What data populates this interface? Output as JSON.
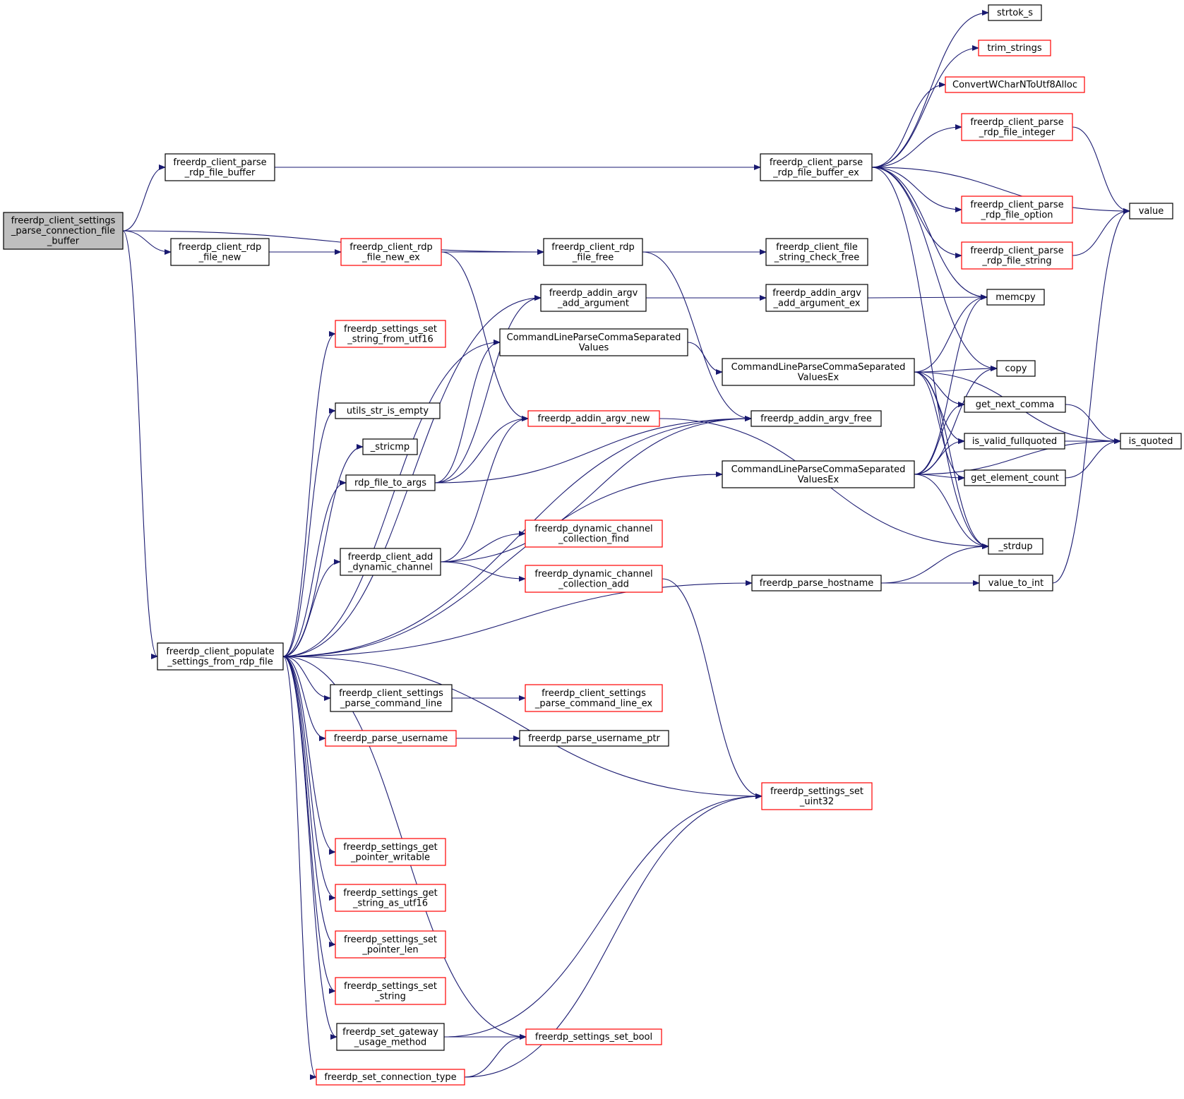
{
  "colors": {
    "edge": "#191970",
    "root_fill": "#bfbfbf",
    "node_border": "#000000",
    "incomplete_border": "#ff0000"
  },
  "nodes": [
    {
      "id": "root",
      "lines": [
        "freerdp_client_settings",
        "_parse_connection_file",
        "_buffer"
      ],
      "style": "root"
    },
    {
      "id": "parse_buffer",
      "lines": [
        "freerdp_client_parse",
        "_rdp_file_buffer"
      ],
      "style": "normal"
    },
    {
      "id": "rdp_file_new",
      "lines": [
        "freerdp_client_rdp",
        "_file_new"
      ],
      "style": "normal"
    },
    {
      "id": "rdp_file_new_ex",
      "lines": [
        "freerdp_client_rdp",
        "_file_new_ex"
      ],
      "style": "incomplete"
    },
    {
      "id": "rdp_file_free",
      "lines": [
        "freerdp_client_rdp",
        "_file_free"
      ],
      "style": "normal"
    },
    {
      "id": "parse_buffer_ex",
      "lines": [
        "freerdp_client_parse",
        "_rdp_file_buffer_ex"
      ],
      "style": "normal"
    },
    {
      "id": "file_string_check_free",
      "lines": [
        "freerdp_client_file",
        "_string_check_free"
      ],
      "style": "normal"
    },
    {
      "id": "strtok_s",
      "lines": [
        "strtok_s"
      ],
      "style": "normal"
    },
    {
      "id": "trim_strings",
      "lines": [
        "trim_strings"
      ],
      "style": "incomplete"
    },
    {
      "id": "convertwchar",
      "lines": [
        "ConvertWCharNToUtf8Alloc"
      ],
      "style": "incomplete"
    },
    {
      "id": "parse_integer",
      "lines": [
        "freerdp_client_parse",
        "_rdp_file_integer"
      ],
      "style": "incomplete"
    },
    {
      "id": "parse_option",
      "lines": [
        "freerdp_client_parse",
        "_rdp_file_option"
      ],
      "style": "incomplete"
    },
    {
      "id": "parse_string",
      "lines": [
        "freerdp_client_parse",
        "_rdp_file_string"
      ],
      "style": "incomplete"
    },
    {
      "id": "value",
      "lines": [
        "value"
      ],
      "style": "normal"
    },
    {
      "id": "memcpy",
      "lines": [
        "memcpy"
      ],
      "style": "normal"
    },
    {
      "id": "copy",
      "lines": [
        "copy"
      ],
      "style": "normal"
    },
    {
      "id": "get_next_comma",
      "lines": [
        "get_next_comma"
      ],
      "style": "normal"
    },
    {
      "id": "is_valid_fullquoted",
      "lines": [
        "is_valid_fullquoted"
      ],
      "style": "normal"
    },
    {
      "id": "is_quoted",
      "lines": [
        "is_quoted"
      ],
      "style": "normal"
    },
    {
      "id": "get_element_count",
      "lines": [
        "get_element_count"
      ],
      "style": "normal"
    },
    {
      "id": "strdup",
      "lines": [
        "_strdup"
      ],
      "style": "normal"
    },
    {
      "id": "value_to_int",
      "lines": [
        "value_to_int"
      ],
      "style": "normal"
    },
    {
      "id": "addin_argv_add_argument",
      "lines": [
        "freerdp_addin_argv",
        "_add_argument"
      ],
      "style": "normal"
    },
    {
      "id": "addin_argv_add_argument_ex",
      "lines": [
        "freerdp_addin_argv",
        "_add_argument_ex"
      ],
      "style": "normal"
    },
    {
      "id": "settings_set_string_from_utf16",
      "lines": [
        "freerdp_settings_set",
        "_string_from_utf16"
      ],
      "style": "incomplete"
    },
    {
      "id": "clpcsv",
      "lines": [
        "CommandLineParseCommaSeparated",
        "Values"
      ],
      "style": "normal"
    },
    {
      "id": "clpcsv_ex1",
      "lines": [
        "CommandLineParseCommaSeparated",
        "ValuesEx"
      ],
      "style": "normal"
    },
    {
      "id": "clpcsv_ex2",
      "lines": [
        "CommandLineParseCommaSeparated",
        "ValuesEx"
      ],
      "style": "normal"
    },
    {
      "id": "utils_str_is_empty",
      "lines": [
        "utils_str_is_empty"
      ],
      "style": "normal"
    },
    {
      "id": "stricmp",
      "lines": [
        "_stricmp"
      ],
      "style": "normal"
    },
    {
      "id": "rdp_file_to_args",
      "lines": [
        "rdp_file_to_args"
      ],
      "style": "normal"
    },
    {
      "id": "addin_argv_new",
      "lines": [
        "freerdp_addin_argv_new"
      ],
      "style": "incomplete"
    },
    {
      "id": "addin_argv_free",
      "lines": [
        "freerdp_addin_argv_free"
      ],
      "style": "normal"
    },
    {
      "id": "client_add_dynamic_channel",
      "lines": [
        "freerdp_client_add",
        "_dynamic_channel"
      ],
      "style": "normal"
    },
    {
      "id": "dyn_collection_find",
      "lines": [
        "freerdp_dynamic_channel",
        "_collection_find"
      ],
      "style": "incomplete"
    },
    {
      "id": "dyn_collection_add",
      "lines": [
        "freerdp_dynamic_channel",
        "_collection_add"
      ],
      "style": "incomplete"
    },
    {
      "id": "parse_hostname",
      "lines": [
        "freerdp_parse_hostname"
      ],
      "style": "normal"
    },
    {
      "id": "populate",
      "lines": [
        "freerdp_client_populate",
        "_settings_from_rdp_file"
      ],
      "style": "normal"
    },
    {
      "id": "parse_command_line",
      "lines": [
        "freerdp_client_settings",
        "_parse_command_line"
      ],
      "style": "normal"
    },
    {
      "id": "parse_command_line_ex",
      "lines": [
        "freerdp_client_settings",
        "_parse_command_line_ex"
      ],
      "style": "incomplete"
    },
    {
      "id": "parse_username",
      "lines": [
        "freerdp_parse_username"
      ],
      "style": "incomplete"
    },
    {
      "id": "parse_username_ptr",
      "lines": [
        "freerdp_parse_username_ptr"
      ],
      "style": "normal"
    },
    {
      "id": "settings_set_uint32",
      "lines": [
        "freerdp_settings_set",
        "_uint32"
      ],
      "style": "incomplete"
    },
    {
      "id": "settings_get_pointer_writable",
      "lines": [
        "freerdp_settings_get",
        "_pointer_writable"
      ],
      "style": "incomplete"
    },
    {
      "id": "settings_get_string_as_utf16",
      "lines": [
        "freerdp_settings_get",
        "_string_as_utf16"
      ],
      "style": "incomplete"
    },
    {
      "id": "settings_set_pointer_len",
      "lines": [
        "freerdp_settings_set",
        "_pointer_len"
      ],
      "style": "incomplete"
    },
    {
      "id": "settings_set_string",
      "lines": [
        "freerdp_settings_set",
        "_string"
      ],
      "style": "incomplete"
    },
    {
      "id": "set_gateway_usage_method",
      "lines": [
        "freerdp_set_gateway",
        "_usage_method"
      ],
      "style": "normal"
    },
    {
      "id": "settings_set_bool",
      "lines": [
        "freerdp_settings_set_bool"
      ],
      "style": "incomplete"
    },
    {
      "id": "set_connection_type",
      "lines": [
        "freerdp_set_connection_type"
      ],
      "style": "incomplete"
    }
  ],
  "edges": [
    {
      "from": "root",
      "to": "parse_buffer"
    },
    {
      "from": "root",
      "to": "rdp_file_free"
    },
    {
      "from": "root",
      "to": "rdp_file_new"
    },
    {
      "from": "root",
      "to": "populate"
    },
    {
      "from": "parse_buffer",
      "to": "parse_buffer_ex"
    },
    {
      "from": "rdp_file_new",
      "to": "rdp_file_new_ex"
    },
    {
      "from": "rdp_file_new_ex",
      "to": "rdp_file_free"
    },
    {
      "from": "rdp_file_new_ex",
      "to": "addin_argv_new"
    },
    {
      "from": "rdp_file_free",
      "to": "file_string_check_free"
    },
    {
      "from": "rdp_file_free",
      "to": "addin_argv_free"
    },
    {
      "from": "parse_buffer_ex",
      "to": "strtok_s"
    },
    {
      "from": "parse_buffer_ex",
      "to": "trim_strings"
    },
    {
      "from": "parse_buffer_ex",
      "to": "convertwchar"
    },
    {
      "from": "parse_buffer_ex",
      "to": "parse_integer"
    },
    {
      "from": "parse_buffer_ex",
      "to": "value"
    },
    {
      "from": "parse_buffer_ex",
      "to": "parse_option"
    },
    {
      "from": "parse_buffer_ex",
      "to": "parse_string"
    },
    {
      "from": "parse_buffer_ex",
      "to": "memcpy"
    },
    {
      "from": "parse_buffer_ex",
      "to": "copy"
    },
    {
      "from": "parse_buffer_ex",
      "to": "strdup"
    },
    {
      "from": "parse_integer",
      "to": "value"
    },
    {
      "from": "parse_string",
      "to": "value"
    },
    {
      "from": "addin_argv_add_argument",
      "to": "addin_argv_add_argument_ex"
    },
    {
      "from": "addin_argv_add_argument_ex",
      "to": "memcpy"
    },
    {
      "from": "clpcsv",
      "to": "clpcsv_ex1"
    },
    {
      "from": "clpcsv_ex1",
      "to": "memcpy"
    },
    {
      "from": "clpcsv_ex1",
      "to": "copy"
    },
    {
      "from": "clpcsv_ex1",
      "to": "is_quoted"
    },
    {
      "from": "clpcsv_ex1",
      "to": "get_next_comma"
    },
    {
      "from": "clpcsv_ex1",
      "to": "is_valid_fullquoted"
    },
    {
      "from": "clpcsv_ex1",
      "to": "get_element_count"
    },
    {
      "from": "clpcsv_ex1",
      "to": "strdup"
    },
    {
      "from": "clpcsv_ex2",
      "to": "memcpy"
    },
    {
      "from": "clpcsv_ex2",
      "to": "copy"
    },
    {
      "from": "clpcsv_ex2",
      "to": "get_next_comma"
    },
    {
      "from": "clpcsv_ex2",
      "to": "is_valid_fullquoted"
    },
    {
      "from": "clpcsv_ex2",
      "to": "get_element_count"
    },
    {
      "from": "clpcsv_ex2",
      "to": "is_quoted"
    },
    {
      "from": "clpcsv_ex2",
      "to": "strdup"
    },
    {
      "from": "get_next_comma",
      "to": "is_quoted"
    },
    {
      "from": "is_valid_fullquoted",
      "to": "is_quoted"
    },
    {
      "from": "get_element_count",
      "to": "is_quoted"
    },
    {
      "from": "value_to_int",
      "to": "value"
    },
    {
      "from": "parse_hostname",
      "to": "strdup"
    },
    {
      "from": "parse_hostname",
      "to": "value_to_int"
    },
    {
      "from": "rdp_file_to_args",
      "to": "addin_argv_add_argument"
    },
    {
      "from": "rdp_file_to_args",
      "to": "clpcsv"
    },
    {
      "from": "rdp_file_to_args",
      "to": "addin_argv_new"
    },
    {
      "from": "rdp_file_to_args",
      "to": "addin_argv_free"
    },
    {
      "from": "addin_argv_new",
      "to": "strdup"
    },
    {
      "from": "client_add_dynamic_channel",
      "to": "addin_argv_new"
    },
    {
      "from": "client_add_dynamic_channel",
      "to": "addin_argv_free"
    },
    {
      "from": "client_add_dynamic_channel",
      "to": "dyn_collection_find"
    },
    {
      "from": "client_add_dynamic_channel",
      "to": "dyn_collection_add"
    },
    {
      "from": "dyn_collection_add",
      "to": "settings_set_uint32"
    },
    {
      "from": "populate",
      "to": "addin_argv_add_argument"
    },
    {
      "from": "populate",
      "to": "settings_set_string_from_utf16"
    },
    {
      "from": "populate",
      "to": "clpcsv"
    },
    {
      "from": "populate",
      "to": "utils_str_is_empty"
    },
    {
      "from": "populate",
      "to": "stricmp"
    },
    {
      "from": "populate",
      "to": "rdp_file_to_args"
    },
    {
      "from": "populate",
      "to": "addin_argv_free"
    },
    {
      "from": "populate",
      "to": "client_add_dynamic_channel"
    },
    {
      "from": "populate",
      "to": "clpcsv_ex2"
    },
    {
      "from": "populate",
      "to": "parse_hostname"
    },
    {
      "from": "populate",
      "to": "parse_command_line"
    },
    {
      "from": "populate",
      "to": "parse_username"
    },
    {
      "from": "populate",
      "to": "settings_set_uint32"
    },
    {
      "from": "populate",
      "to": "settings_get_pointer_writable"
    },
    {
      "from": "populate",
      "to": "settings_get_string_as_utf16"
    },
    {
      "from": "populate",
      "to": "settings_set_pointer_len"
    },
    {
      "from": "populate",
      "to": "settings_set_string"
    },
    {
      "from": "populate",
      "to": "set_gateway_usage_method"
    },
    {
      "from": "populate",
      "to": "settings_set_bool"
    },
    {
      "from": "populate",
      "to": "set_connection_type"
    },
    {
      "from": "parse_command_line",
      "to": "parse_command_line_ex"
    },
    {
      "from": "parse_username",
      "to": "parse_username_ptr"
    },
    {
      "from": "set_gateway_usage_method",
      "to": "settings_set_uint32"
    },
    {
      "from": "set_gateway_usage_method",
      "to": "settings_set_bool"
    },
    {
      "from": "set_connection_type",
      "to": "settings_set_bool"
    },
    {
      "from": "set_connection_type",
      "to": "settings_set_uint32"
    }
  ]
}
